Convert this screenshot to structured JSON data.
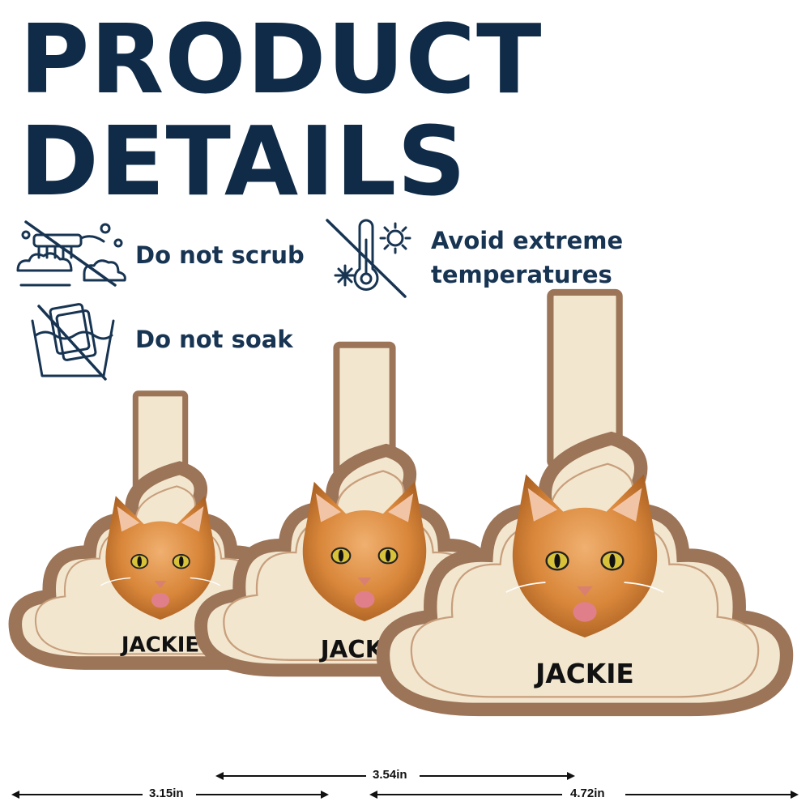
{
  "heading": {
    "line1": "PRODUCT",
    "line2": "DETAILS"
  },
  "care": [
    {
      "icon": "no-scrub-icon",
      "label": "Do not scrub"
    },
    {
      "icon": "no-soak-icon",
      "label": "Do not soak"
    },
    {
      "icon": "no-extreme-temperature-icon",
      "label_line1": "Avoid extreme",
      "label_line2": "temperatures"
    }
  ],
  "products": [
    {
      "name": "JACKIE",
      "size": "3.15in"
    },
    {
      "name": "JACKIE",
      "size": "3.54in"
    },
    {
      "name": "JACKIE",
      "size": "4.72in"
    }
  ],
  "colors": {
    "heading": "#0f2b47",
    "tag_fill": "#f3e6cf",
    "tag_rim": "#9c7457",
    "cat_fur": "#d9873a"
  }
}
